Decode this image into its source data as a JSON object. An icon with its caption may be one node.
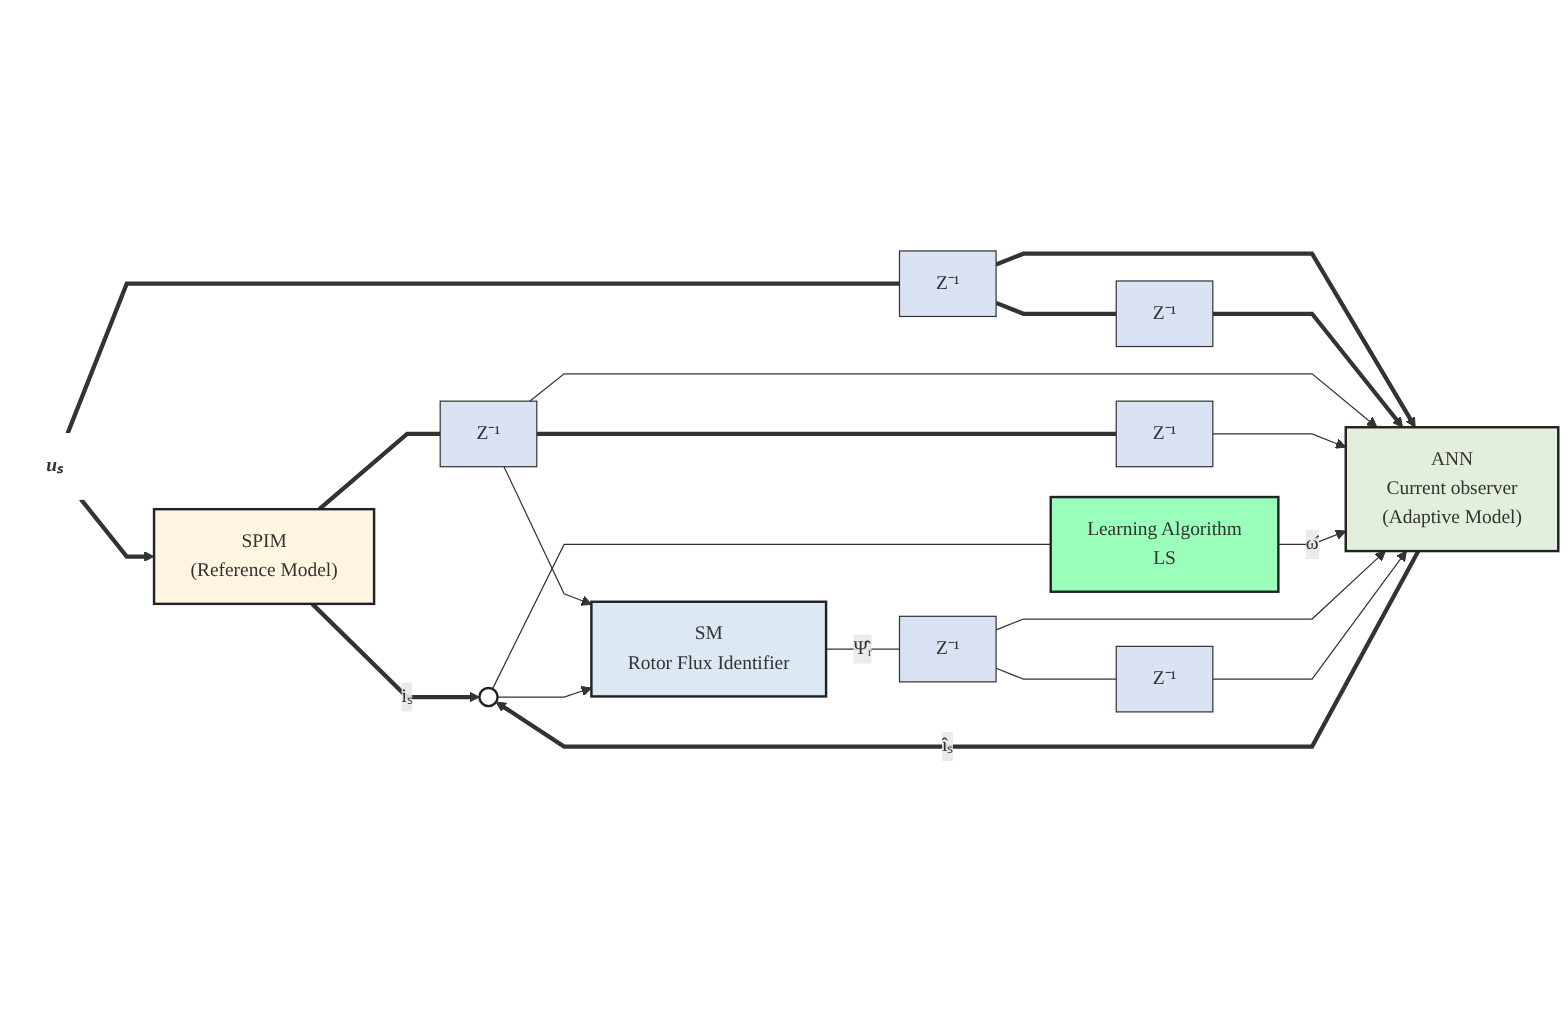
{
  "diagram": {
    "nodes": [
      {
        "text": [
          "uₛ"
        ]
      },
      {
        "text": [
          "SPIM",
          "(Reference Model)"
        ]
      },
      {
        "text": [
          "ANN",
          "Current observer",
          "(Adaptive Model)"
        ]
      },
      {
        "text": [
          "SM",
          "Rotor Flux Identifier"
        ]
      },
      {
        "text": [],
        "shape": "circle"
      },
      {
        "text": [
          "Learning Algorithm",
          "LS"
        ]
      },
      {
        "text": [
          "Z⁻¹"
        ]
      },
      {
        "text": [
          "Z⁻¹"
        ]
      },
      {
        "text": [
          "Z⁻¹"
        ]
      },
      {
        "text": [
          "Z⁻¹"
        ]
      },
      {
        "text": [
          "Z⁻¹"
        ]
      },
      {
        "text": [
          "Z⁻¹"
        ]
      }
    ],
    "edges": [
      {
        "from": 0,
        "to": 1,
        "arrow": "to",
        "style": "thick"
      },
      {
        "from": 0,
        "to": 6,
        "arrow": "none",
        "style": "thick"
      },
      {
        "from": 6,
        "to": 2,
        "arrow": "to",
        "style": "thick"
      },
      {
        "from": 6,
        "to": 8,
        "arrow": "none",
        "style": "thick"
      },
      {
        "from": 8,
        "to": 2,
        "arrow": "to",
        "style": "thick"
      },
      {
        "from": 1,
        "to": 4,
        "label": "iₛ",
        "arrow": "to",
        "style": "thick"
      },
      {
        "from": 1,
        "to": 7,
        "arrow": "none",
        "style": "thick"
      },
      {
        "from": 7,
        "to": 2,
        "arrow": "to"
      },
      {
        "from": 7,
        "to": 9,
        "arrow": "none",
        "style": "thick"
      },
      {
        "from": 9,
        "to": 2,
        "arrow": "to"
      },
      {
        "from": 7,
        "to": 3,
        "arrow": "to"
      },
      {
        "from": 2,
        "to": 4,
        "label": "îₛ",
        "arrow": "to",
        "style": "thick"
      },
      {
        "from": 4,
        "to": 5,
        "arrow": "none"
      },
      {
        "from": 4,
        "to": 3,
        "arrow": "to"
      },
      {
        "from": 5,
        "to": 2,
        "label": "ω̂",
        "arrow": "to"
      },
      {
        "from": 3,
        "to": 11,
        "label": "Ψ̂ᵣ",
        "arrow": "none"
      },
      {
        "from": 11,
        "to": 10,
        "arrow": "none"
      },
      {
        "from": 11,
        "to": 2,
        "arrow": "to"
      },
      {
        "from": 10,
        "to": 2,
        "arrow": "to"
      }
    ]
  }
}
